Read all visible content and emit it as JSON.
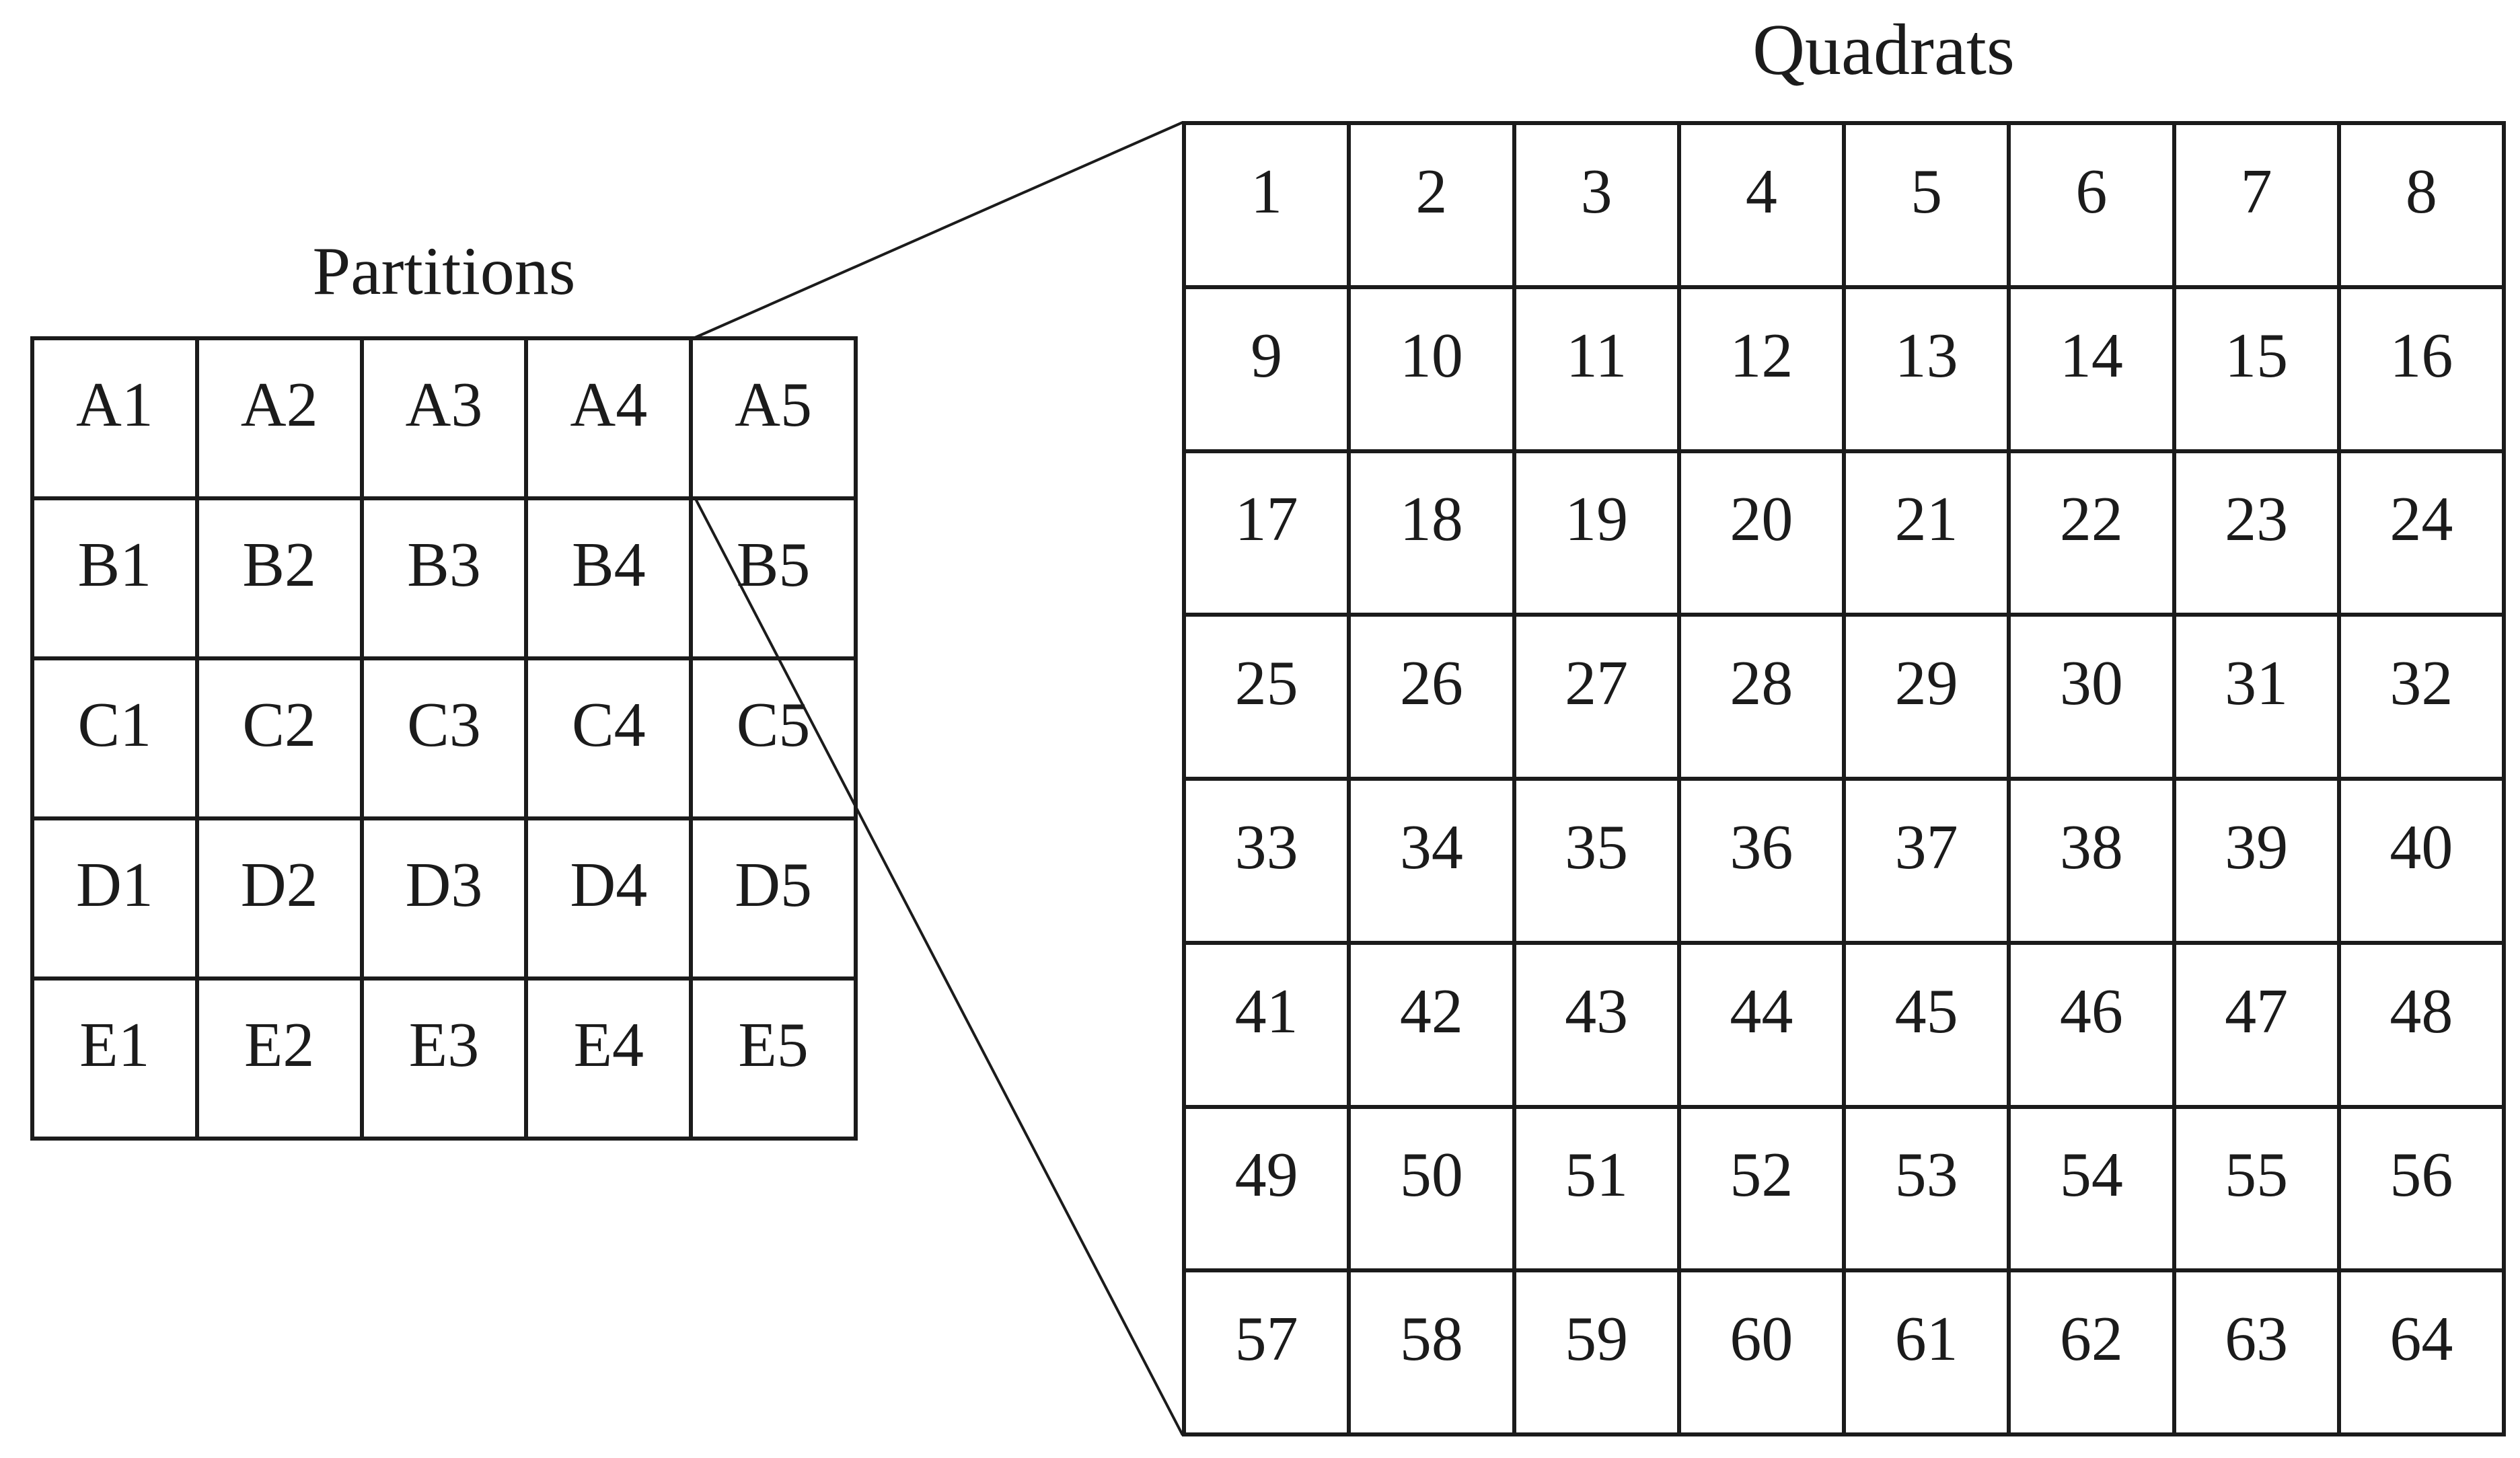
{
  "colors": {
    "background": "#ffffff",
    "line": "#1b1b1b",
    "text": "#1b1b1b"
  },
  "partitions": {
    "title": "Partitions",
    "columns": 5,
    "rows": 5,
    "cells": [
      "A1",
      "A2",
      "A3",
      "A4",
      "A5",
      "B1",
      "B2",
      "B3",
      "B4",
      "B5",
      "C1",
      "C2",
      "C3",
      "C4",
      "C5",
      "D1",
      "D2",
      "D3",
      "D4",
      "D5",
      "E1",
      "E2",
      "E3",
      "E4",
      "E5"
    ]
  },
  "quadrats": {
    "title": "Quadrats",
    "columns": 8,
    "rows": 8,
    "cells": [
      "1",
      "2",
      "3",
      "4",
      "5",
      "6",
      "7",
      "8",
      "9",
      "10",
      "11",
      "12",
      "13",
      "14",
      "15",
      "16",
      "17",
      "18",
      "19",
      "20",
      "21",
      "22",
      "23",
      "24",
      "25",
      "26",
      "27",
      "28",
      "29",
      "30",
      "31",
      "32",
      "33",
      "34",
      "35",
      "36",
      "37",
      "38",
      "39",
      "40",
      "41",
      "42",
      "43",
      "44",
      "45",
      "46",
      "47",
      "48",
      "49",
      "50",
      "51",
      "52",
      "53",
      "54",
      "55",
      "56",
      "57",
      "58",
      "59",
      "60",
      "61",
      "62",
      "63",
      "64"
    ]
  }
}
